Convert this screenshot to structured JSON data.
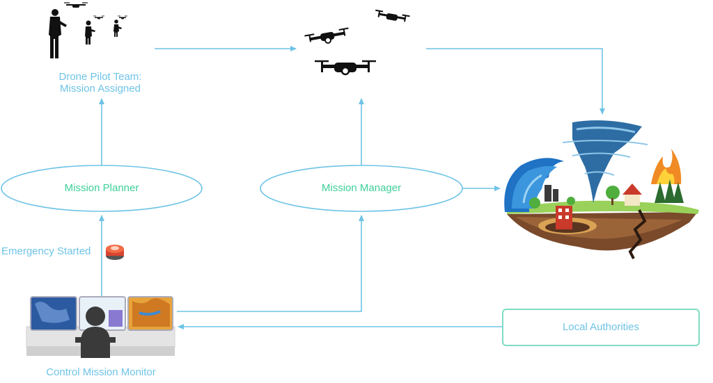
{
  "nodes": {
    "pilot_team": {
      "line1": "Drone Pilot Team:",
      "line2": "Mission Assigned"
    },
    "mission_planner": "Mission Planner",
    "mission_manager": "Mission Manager",
    "emergency": "Emergency Started",
    "local_authorities": "Local Authorities",
    "control_monitor": "Control Mission Monitor"
  },
  "colors": {
    "arrow": "#6ec3e6",
    "label": "#6ec3e6",
    "ellipse_text": "#3ecf9a",
    "authorities_border": "#7fdcc4"
  },
  "icons": [
    "pilot-silhouette-icon",
    "drone-icon",
    "emergency-button-icon",
    "control-monitor-icon",
    "disaster-island-icon",
    "firefighter-helmet-icon",
    "police-badge-icon"
  ]
}
